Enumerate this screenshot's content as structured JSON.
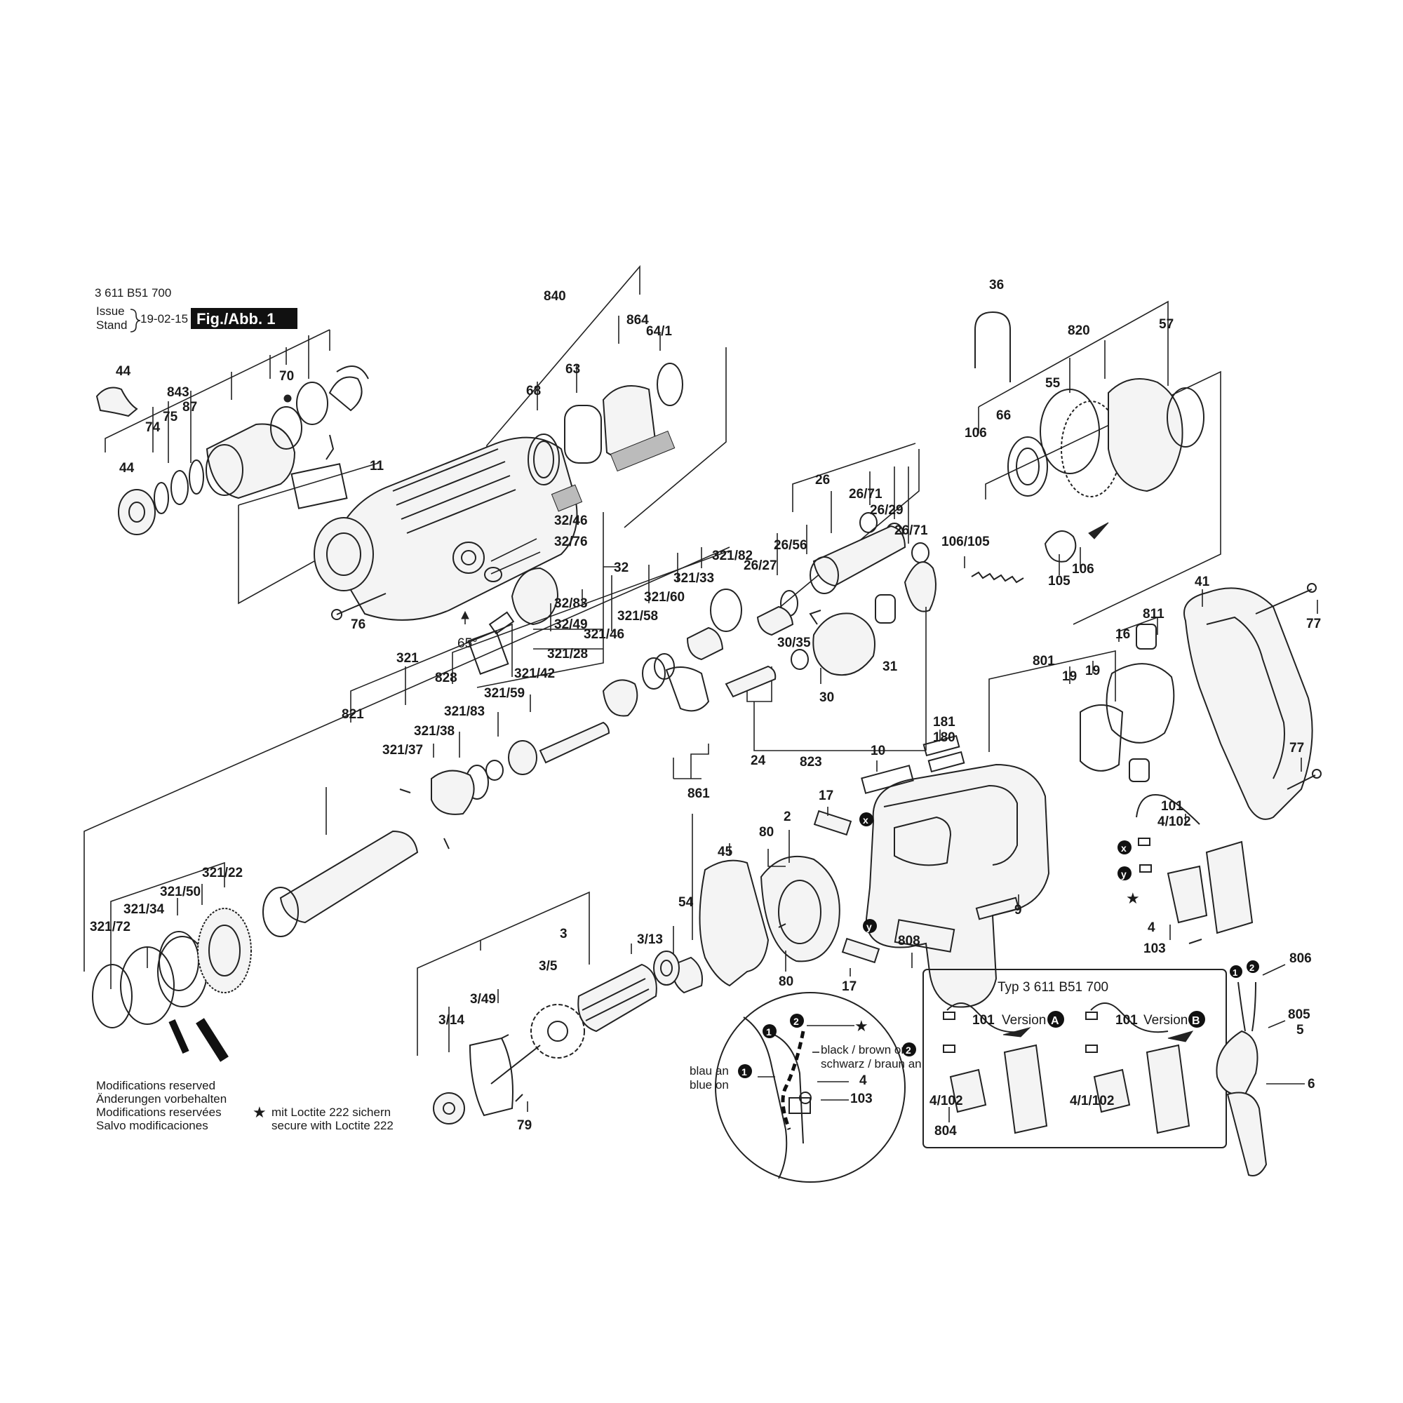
{
  "header": {
    "part_number": "3 611 B51 700",
    "issue_label": "Issue",
    "stand_label": "Stand",
    "date": "19-02-15",
    "figure_badge": "Fig./Abb. 1"
  },
  "labels": {
    "p840": "840",
    "p864": "864",
    "p64_1": "64/1",
    "p36": "36",
    "p820": "820",
    "p57": "57",
    "p44a": "44",
    "p843": "843",
    "p70": "70",
    "p74": "74",
    "p75": "75",
    "p87": "87",
    "p44b": "44",
    "p68": "68",
    "p63": "63",
    "p11": "11",
    "p55": "55",
    "p66": "66",
    "p106a": "106",
    "p26": "26",
    "p26_71a": "26/71",
    "p26_29": "26/29",
    "p26_71b": "26/71",
    "p26_56": "26/56",
    "p26_27": "26/27",
    "p32_46": "32/46",
    "p32_76": "32/76",
    "p32": "32",
    "p32_83": "32/83",
    "p32_49": "32/49",
    "p76": "76",
    "p65": "65°",
    "p106_105": "106/105",
    "p105": "105",
    "p106b": "106",
    "p321_82": "321/82",
    "p321_33": "321/33",
    "p321_60": "321/60",
    "p321_58": "321/58",
    "p321_46": "321/46",
    "p321_28": "321/28",
    "p321_42": "321/42",
    "p321_59": "321/59",
    "p321_83": "321/83",
    "p321_38": "321/38",
    "p321_37": "321/37",
    "p321": "321",
    "p828": "828",
    "p821": "821",
    "p30_35": "30/35",
    "p30": "30",
    "p31": "31",
    "p24": "24",
    "p861": "861",
    "p823": "823",
    "p41": "41",
    "p77a": "77",
    "p77b": "77",
    "p811": "811",
    "p16": "16",
    "p801": "801",
    "p19a": "19",
    "p19b": "19",
    "p181": "181",
    "p180": "180",
    "p10": "10",
    "p101": "101",
    "p4_102": "4/102",
    "p4": "4",
    "p103": "103",
    "p17a": "17",
    "p17b": "17",
    "p80a": "80",
    "p80b": "80",
    "p2": "2",
    "p45": "45",
    "p9": "9",
    "p808": "808",
    "p321_22": "321/22",
    "p321_50": "321/50",
    "p321_34": "321/34",
    "p321_72": "321/72",
    "p54": "54",
    "p3": "3",
    "p3_13": "3/13",
    "p3_5": "3/5",
    "p3_49": "3/49",
    "p3_14": "3/14",
    "p79": "79",
    "p806": "806",
    "p805": "805",
    "p5": "5",
    "p6": "6"
  },
  "markers": {
    "x": "x",
    "y": "y",
    "one": "1",
    "two": "2",
    "A": "A",
    "B": "B"
  },
  "detail_circle": {
    "black_brown_de": "black / brown on",
    "schwarz_braun_en": "schwarz / braun an",
    "blau_an": "blau an",
    "blue_on": "blue on",
    "lbl4": "4",
    "lbl103": "103"
  },
  "inset": {
    "title": "Typ 3 611 B51 700",
    "version_label_a": "Version",
    "version_label_b": "Version",
    "lbl101a": "101",
    "lbl101b": "101",
    "lbl4_102": "4/102",
    "lbl4_1_102": "4/1/102",
    "lbl804": "804"
  },
  "footer": {
    "mod_en": "Modifications reserved",
    "mod_de": "Änderungen vorbehalten",
    "mod_fr": "Modifications reservées",
    "mod_es": "Salvo modificaciones",
    "loctite_de": "mit Loctite 222 sichern",
    "loctite_en": "secure with Loctite 222"
  }
}
